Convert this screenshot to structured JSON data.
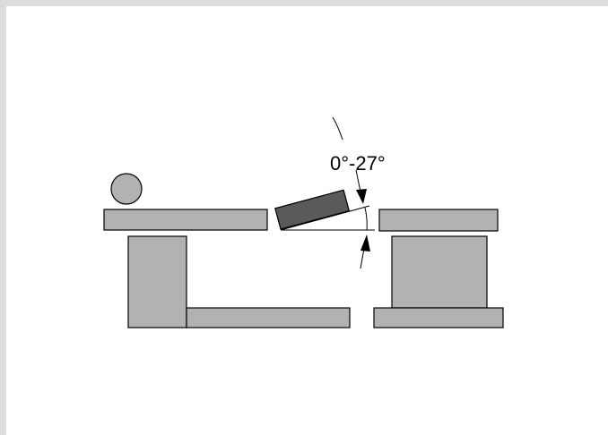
{
  "diagram": {
    "angle_label": "0°-27°",
    "tilt_min_deg": 0,
    "tilt_max_deg": 27
  },
  "colors": {
    "background": "#dcdcdc",
    "canvas": "#ffffff",
    "part_fill": "#b2b2b2",
    "tilted_panel_fill": "#5a5a5a",
    "line": "#000000"
  }
}
